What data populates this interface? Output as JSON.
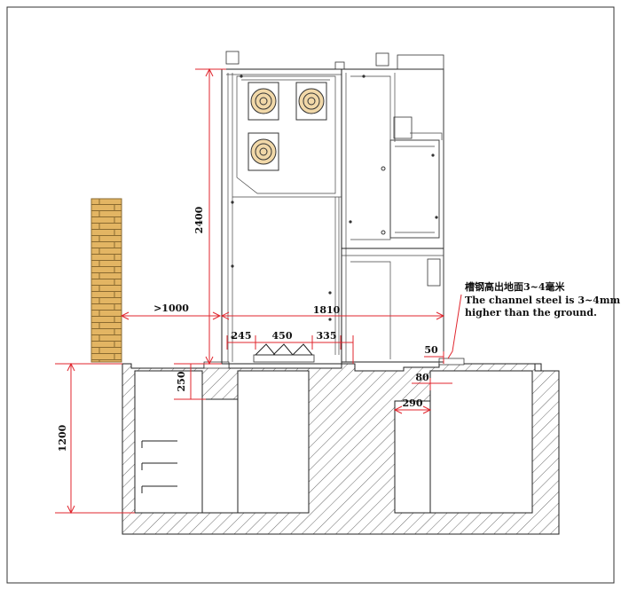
{
  "dimensions": {
    "height_cabinet": "2400",
    "wall_clearance": ">1000",
    "cabinet_depth": "1810",
    "d245": "245",
    "d450": "450",
    "d335": "335",
    "d250": "250",
    "d50": "50",
    "d80": "80",
    "d290": "290",
    "trench_depth": "1200"
  },
  "note": {
    "chinese": "槽钢高出地面3~4毫米",
    "english_line1": "The channel steel is 3~4mm",
    "english_line2": "higher than the ground."
  },
  "colors": {
    "dimension": "#e0262e",
    "brick": "#e0b060",
    "line": "#222222"
  }
}
